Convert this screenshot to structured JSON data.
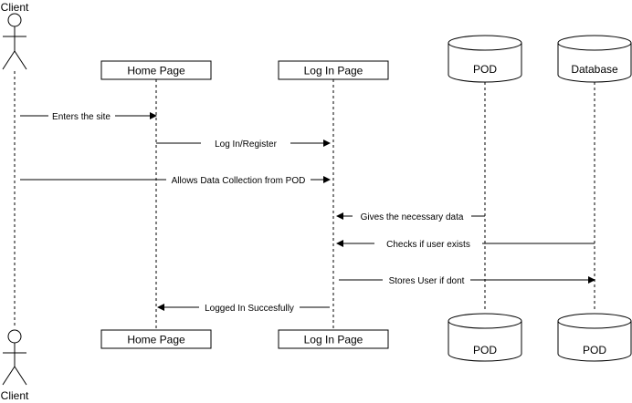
{
  "colors": {
    "stroke": "#000000",
    "background": "#ffffff"
  },
  "participants": {
    "client": {
      "label_top": "Client",
      "label_bottom": "Client"
    },
    "home": {
      "label_top": "Home Page",
      "label_bottom": "Home Page"
    },
    "login": {
      "label_top": "Log In Page",
      "label_bottom": "Log In Page"
    },
    "pod": {
      "label_top": "POD",
      "label_bottom": "POD"
    },
    "db": {
      "label_top": "Database",
      "label_bottom": "POD"
    }
  },
  "messages": [
    {
      "from": "client",
      "to": "home",
      "label": "Enters the site"
    },
    {
      "from": "home",
      "to": "login",
      "label": "Log In/Register"
    },
    {
      "from": "client",
      "to": "login",
      "label": "Allows Data Collection from POD"
    },
    {
      "from": "pod",
      "to": "login",
      "label": "Gives the necessary data"
    },
    {
      "from": "db",
      "to": "login",
      "label": "Checks if user exists"
    },
    {
      "from": "login",
      "to": "db",
      "label": "Stores User if dont"
    },
    {
      "from": "login",
      "to": "home",
      "label": "Logged In Succesfully"
    }
  ]
}
